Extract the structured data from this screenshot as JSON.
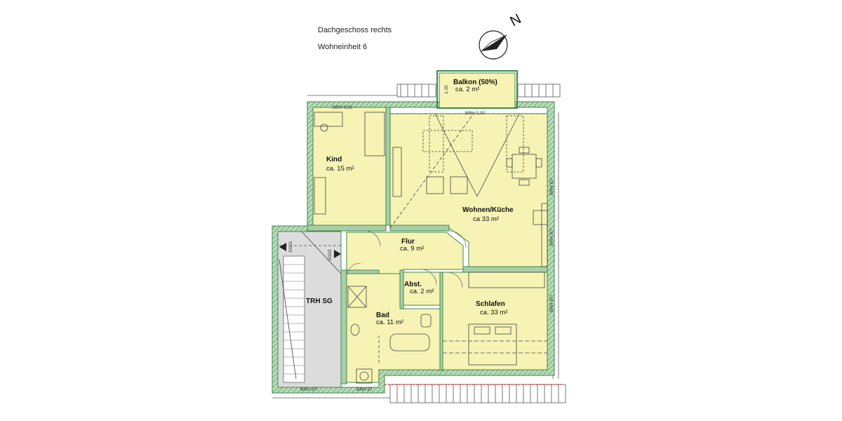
{
  "header": {
    "floor": "Dachgeschoss rechts",
    "unit": "Wohneinheit 6"
  },
  "compass": {
    "north_label": "N"
  },
  "rooms": {
    "balkon": {
      "name": "Balkon (50%)",
      "area": "ca. 2 m²",
      "dim": "1,35"
    },
    "kind": {
      "name": "Kind",
      "area": "ca. 15 m²"
    },
    "wohnen": {
      "name": "Wohnen/Küche",
      "area": "ca 33 m²"
    },
    "flur": {
      "name": "Flur",
      "area": "ca. 9 m²"
    },
    "abst": {
      "name": "Abst.",
      "area": "ca. 2 m²"
    },
    "bad": {
      "name": "Bad",
      "area": "ca. 11 m²"
    },
    "schlafen": {
      "name": "Schlafen",
      "area": "ca. 33 m²"
    },
    "treppe": {
      "name": "TRH SG"
    }
  },
  "annotations": {
    "brh_kind": "BRH 0,00",
    "brh_balkon": "BRH 0,00",
    "brh_side1": "BRH 87⁵",
    "brh_side2": "BRH 87⁵",
    "brh_side3": "BRH 87⁵",
    "brh_bottom1": "BRH 87⁵",
    "brh_bottom2": "BRH 87",
    "sg01": "SG01",
    "sg02": "SG02"
  },
  "colors": {
    "room_fill": "#f6f3b4",
    "wall_fill": "#a8cfa8",
    "wall_dark": "#3e8a4a",
    "stair_fill": "#dcdcdc",
    "roof_red": "#cc3333"
  }
}
